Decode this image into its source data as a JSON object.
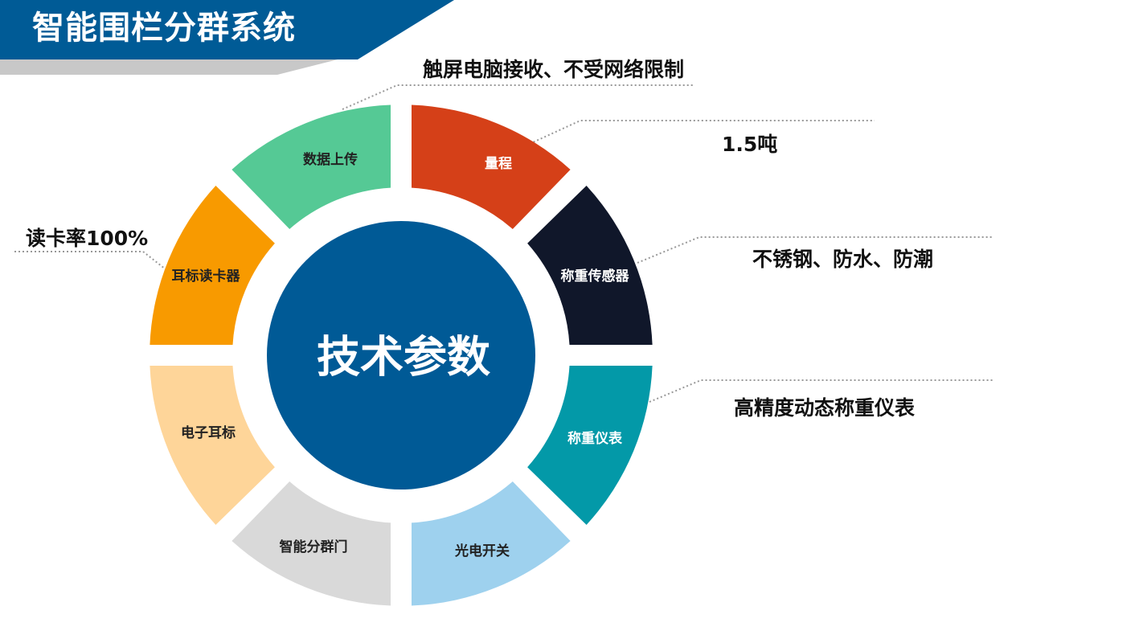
{
  "header": {
    "title": "智能围栏分群系统"
  },
  "center": {
    "label": "技术参数"
  },
  "colors": {
    "banner_dark": "#005b96",
    "banner_gray": "#c8c8c8",
    "center": "#005a96",
    "segments": {
      "range": "#d54018",
      "sensor": "#10172a",
      "indicator": "#0399a8",
      "photoelectric": "#9ed1ee",
      "gate": "#d9d9d9",
      "eartag": "#fed599",
      "reader": "#f89a00",
      "upload": "#55c995"
    },
    "leader": "#999999"
  },
  "segments": {
    "range": "量程",
    "sensor": "称重传感器",
    "indicator": "称重仪表",
    "photoelectric": "光电开关",
    "gate": "智能分群门",
    "eartag": "电子耳标",
    "reader": "耳标读卡器",
    "upload": "数据上传"
  },
  "params": {
    "upload": "触屏电脑接收、不受网络限制",
    "range": "1.5吨",
    "sensor": "不锈钢、防水、防潮",
    "indicator": "高精度动态称重仪表",
    "reader": "读卡率100%"
  }
}
